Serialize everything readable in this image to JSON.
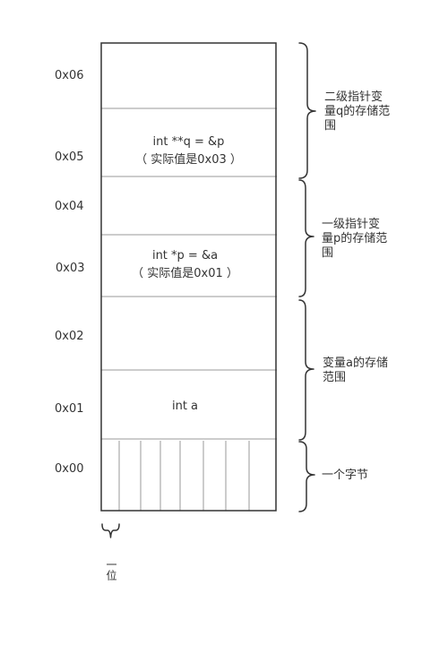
{
  "addresses": [
    "0x06",
    "0x05",
    "0x04",
    "0x03",
    "0x02",
    "0x01",
    "0x00"
  ],
  "cells": {
    "q_decl": "int **q = &p",
    "q_value": "（ 实际值是0x03 ）",
    "p_decl": "int *p = &a",
    "p_value": "（ 实际值是0x01 ）",
    "a_decl": "int a"
  },
  "ranges": {
    "q_line1": "二级指针变",
    "q_line2": "量q的存储范",
    "q_line3": "围",
    "p_line1": "一级指针变",
    "p_line2": "量p的存储范",
    "p_line3": "围",
    "a_line1": "变量a的存储",
    "a_line2": "范围",
    "byte_label": "一个字节"
  },
  "bit_label": "一位",
  "colors": {
    "outline": "#333333",
    "divider": "#9a9a9a"
  }
}
